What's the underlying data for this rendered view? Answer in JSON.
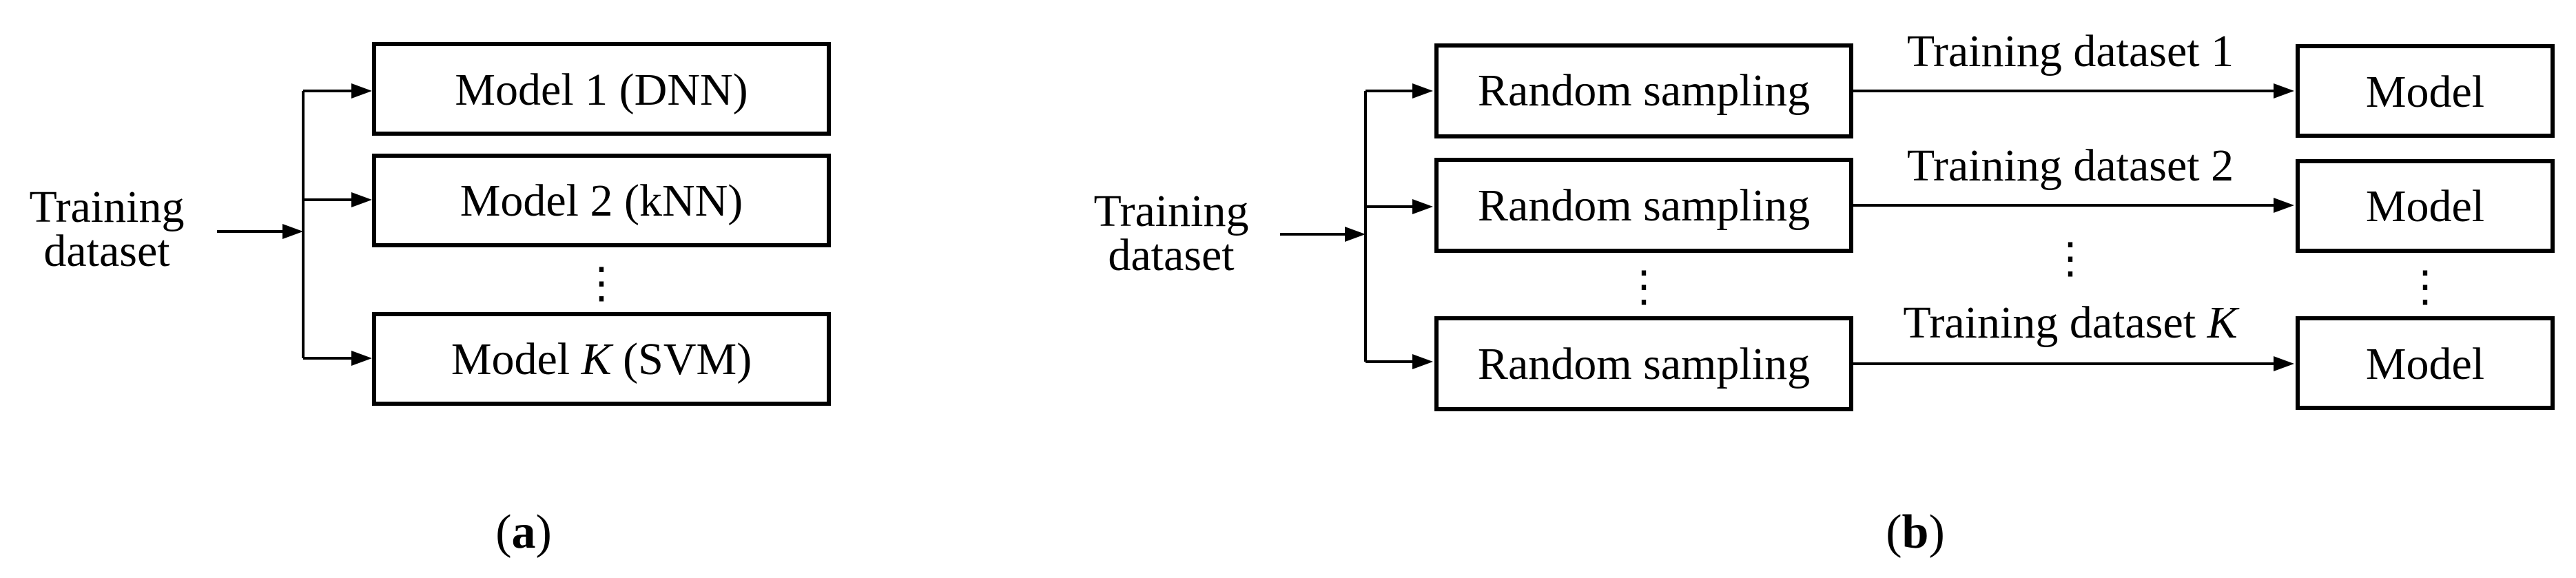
{
  "panel_a": {
    "input_label_line1": "Training",
    "input_label_line2": "dataset",
    "models": [
      {
        "prefix": "Model 1 (DNN)",
        "italic": "",
        "suffix": ""
      },
      {
        "prefix": "Model 2 (kNN)",
        "italic": "",
        "suffix": ""
      },
      {
        "prefix": "Model ",
        "italic": "K",
        "suffix": " (SVM)"
      }
    ],
    "ellipsis": "⋮",
    "caption_open": "(",
    "caption_letter": "a",
    "caption_close": ")"
  },
  "panel_b": {
    "input_label_line1": "Training",
    "input_label_line2": "dataset",
    "rows": [
      {
        "sampler": "Random sampling",
        "dataset_prefix": "Training dataset 1",
        "dataset_italic": "",
        "model": "Model"
      },
      {
        "sampler": "Random sampling",
        "dataset_prefix": "Training dataset 2",
        "dataset_italic": "",
        "model": "Model"
      },
      {
        "sampler": "Random sampling",
        "dataset_prefix": "Training dataset ",
        "dataset_italic": "K",
        "model": "Model"
      }
    ],
    "ellipsis": "⋮",
    "caption_open": "(",
    "caption_letter": "b",
    "caption_close": ")"
  }
}
